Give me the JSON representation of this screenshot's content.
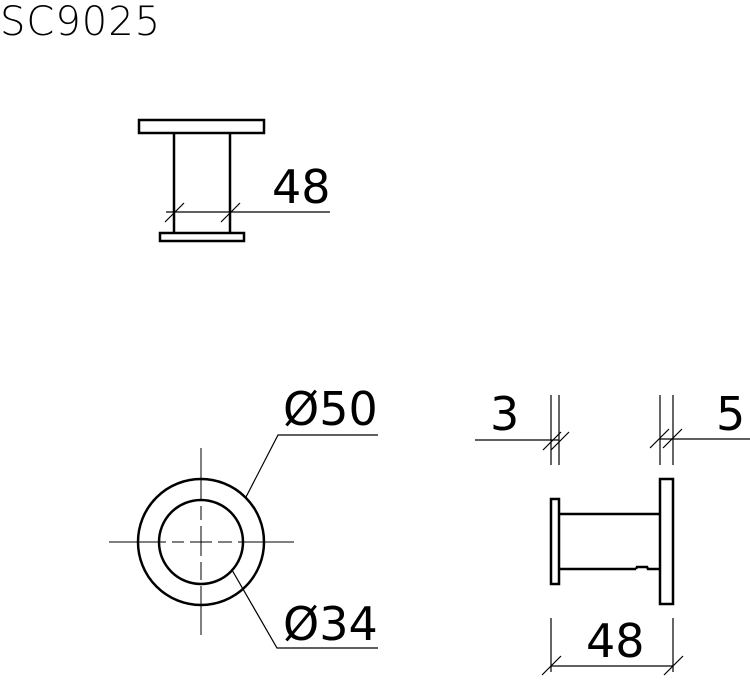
{
  "title": "SC9025",
  "views": {
    "top": {
      "dimension": "48"
    },
    "front": {
      "outer_diameter": "Ø50",
      "inner_diameter": "Ø34"
    },
    "side": {
      "left_plate": "3",
      "right_plate": "5",
      "length": "48"
    }
  },
  "colors": {
    "line": "#000000",
    "background": "#ffffff"
  }
}
